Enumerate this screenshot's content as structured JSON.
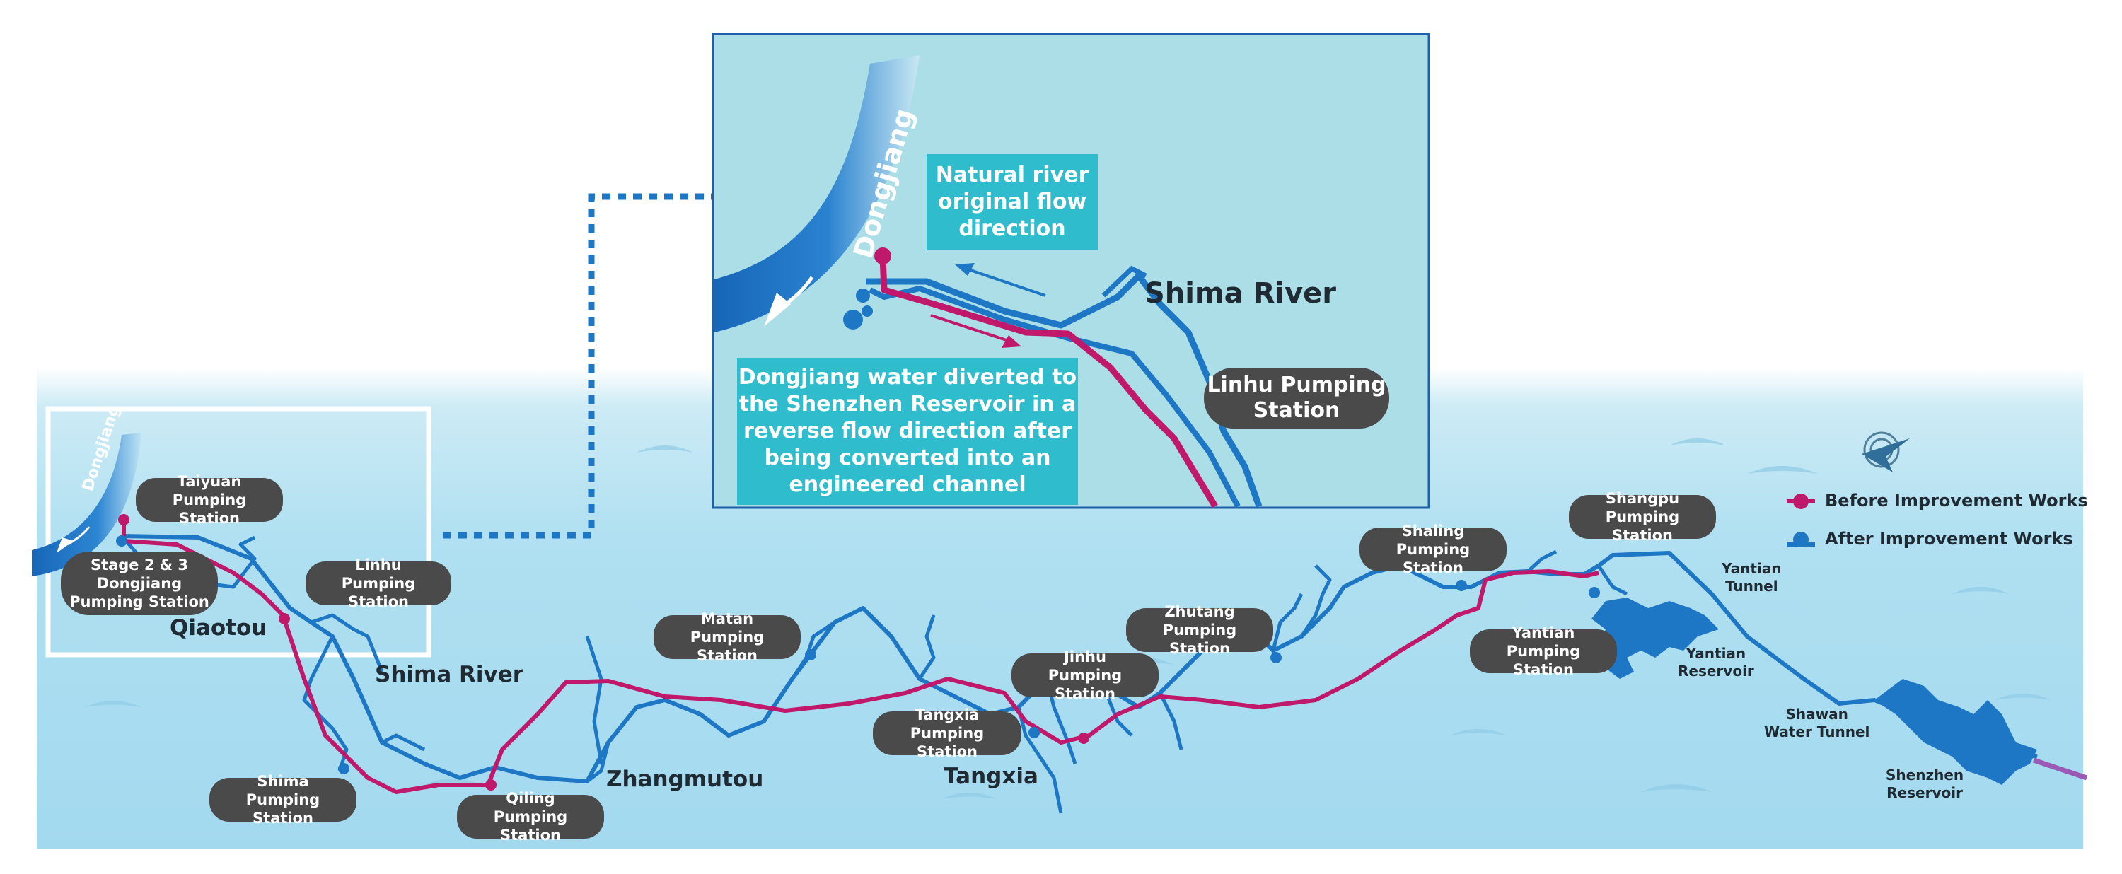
{
  "map": {
    "inset": {
      "river_name": "Dongjiang",
      "natural_flow_label": "Natural river\noriginal flow\ndirection",
      "diverted_label": "Dongjiang water diverted to\nthe Shenzhen Reservoir in a\nreverse flow direction after\nbeing converted into an\nengineered channel",
      "shima_river": "Shima River",
      "linhu_station": "Linhu Pumping\nStation"
    },
    "main_river_name": "Dongjiang",
    "places": {
      "qiaotou": "Qiaotou",
      "shima_river": "Shima River",
      "zhangmutou": "Zhangmutou",
      "tangxia": "Tangxia",
      "yantian_tunnel": "Yantian\nTunnel",
      "yantian_reservoir": "Yantian\nReservoir",
      "shawan_tunnel": "Shawan\nWater Tunnel",
      "shenzhen_reservoir": "Shenzhen\nReservoir"
    },
    "stations": {
      "taiyuan": "Taiyuan\nPumping Station",
      "stage23": "Stage 2 & 3\nDongjiang\nPumping Station",
      "linhu": "Linhu\nPumping Station",
      "shima": "Shima\nPumping Station",
      "qiling": "Qiling\nPumping Station",
      "matan": "Matan\nPumping Station",
      "tangxia": "Tangxia\nPumping Station",
      "jinhu": "Jinhu\nPumping Station",
      "zhutang": "Zhutang\nPumping Station",
      "shaling": "Shaling\nPumping Station",
      "shangpu": "Shangpu\nPumping Station",
      "yantian": "Yantian\nPumping Station"
    },
    "legend": {
      "before": "Before Improvement Works",
      "after": "After Improvement Works"
    },
    "colors": {
      "before_route": "#c0196b",
      "after_route": "#1e77c4",
      "dongjiang_river": "#1a6fbf",
      "water_background": "#a8dcef",
      "inset_background": "#abdee7",
      "callout_box": "#2fbccc",
      "station_pill": "#4a4a4a",
      "exit_line": "#9b59b6"
    }
  }
}
